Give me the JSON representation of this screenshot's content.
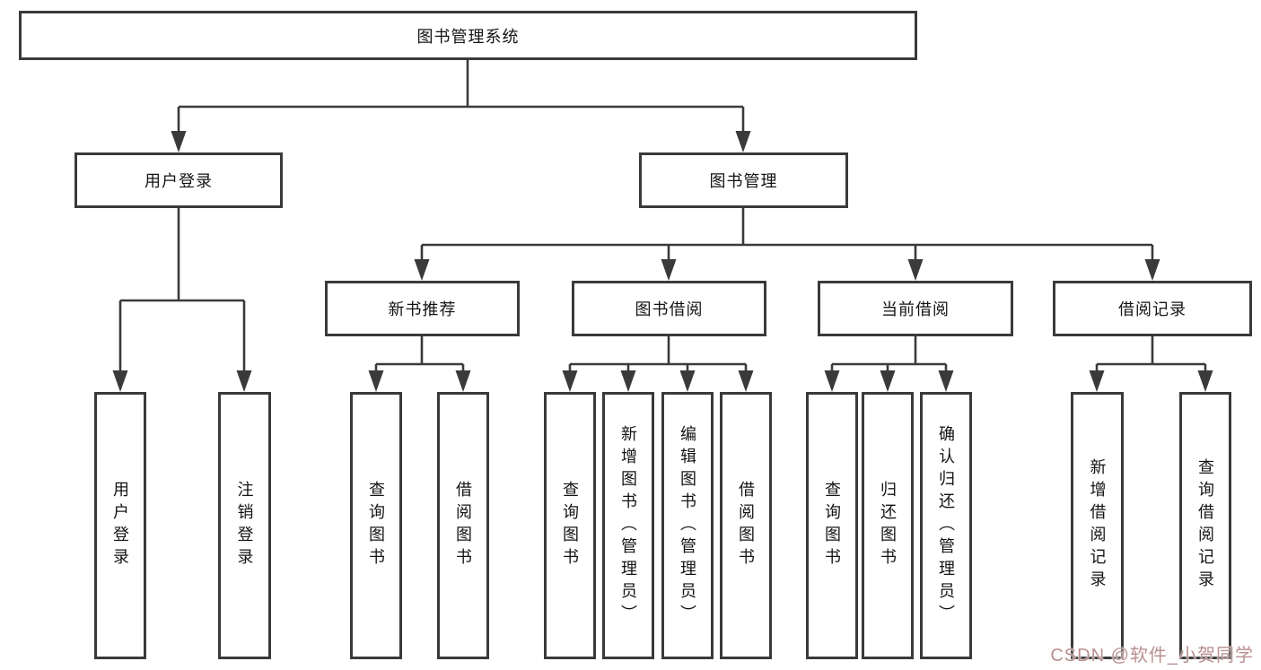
{
  "diagram": {
    "root": {
      "label": "图书管理系统"
    },
    "nodes": {
      "user_login": {
        "label": "用户登录"
      },
      "book_mgmt": {
        "label": "图书管理"
      },
      "new_books": {
        "label": "新书推荐"
      },
      "book_borrow": {
        "label": "图书借阅"
      },
      "current_borrow": {
        "label": "当前借阅"
      },
      "borrow_records": {
        "label": "借阅记录"
      }
    },
    "leaves": {
      "user_login_leaf": "用户登录",
      "logout": "注销登录",
      "nb_query_books": "查询图书",
      "nb_borrow_books": "借阅图书",
      "bb_query_books": "查询图书",
      "bb_add_books": "新增图书（管理员）",
      "bb_edit_books": "编辑图书（管理员）",
      "bb_borrow_books": "借阅图书",
      "cb_query_books": "查询图书",
      "cb_return_books": "归还图书",
      "cb_confirm_return": "确认归还（管理员）",
      "br_add_record": "新增借阅记录",
      "br_query_record": "查询借阅记录"
    }
  },
  "watermark": {
    "text": "CSDN @软件_小贺同学"
  },
  "colors": {
    "box_border": "#3a3a3a",
    "connector": "#3a3a3a",
    "text": "#141414",
    "watermark": "#b98f8f",
    "background": "#ffffff"
  }
}
